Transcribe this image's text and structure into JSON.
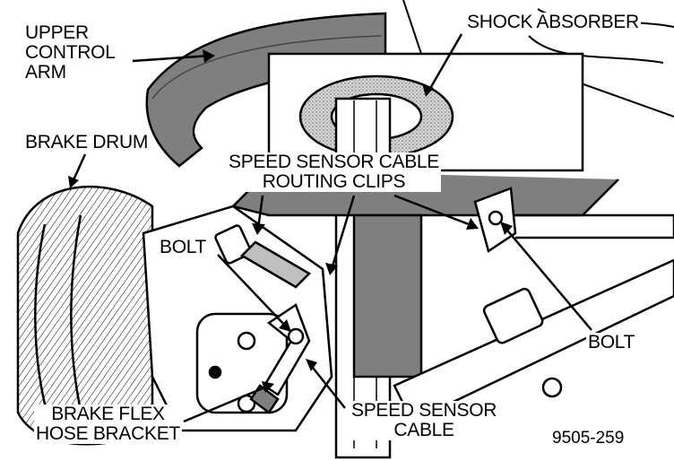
{
  "labels": {
    "upper_control_arm": [
      "UPPER",
      "CONTROL",
      "ARM"
    ],
    "shock_absorber": "SHOCK ABSORBER",
    "brake_drum": "BRAKE DRUM",
    "routing_clips": [
      "SPEED SENSOR CABLE",
      "ROUTING CLIPS"
    ],
    "bolt_left": "BOLT",
    "bolt_right": "BOLT",
    "brake_flex_hose_bracket": [
      "BRAKE FLEX",
      "HOSE BRACKET"
    ],
    "speed_sensor_cable": [
      "SPEED SENSOR",
      "CABLE"
    ]
  },
  "figure_number": "9505-259"
}
